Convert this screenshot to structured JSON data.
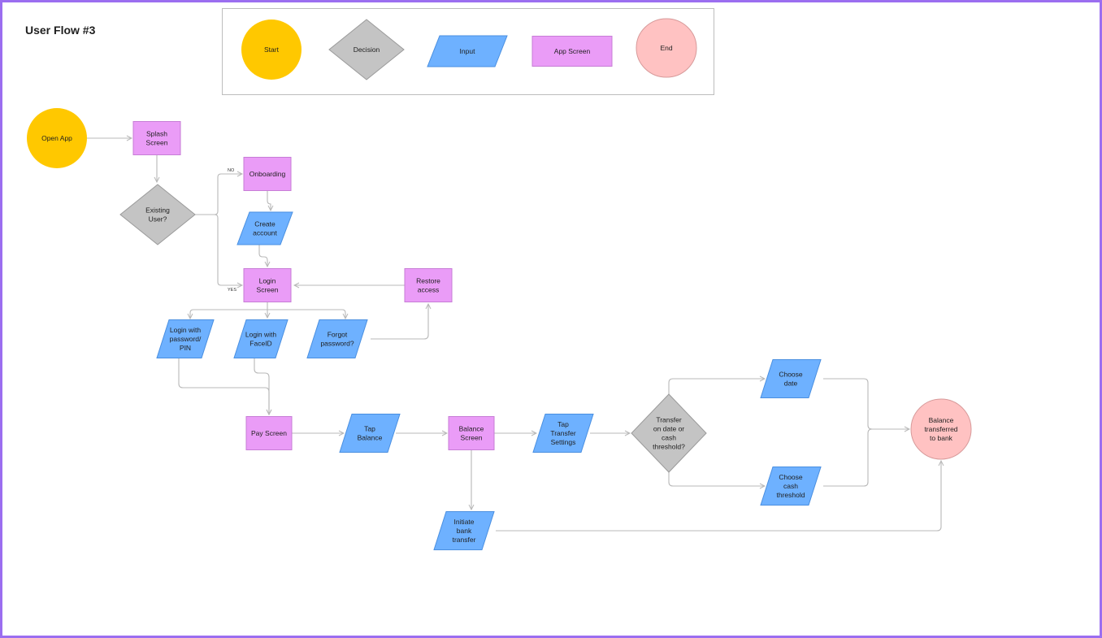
{
  "title": "User Flow #3",
  "colors": {
    "start": "#ffc800",
    "decision": "#c4c4c4",
    "input": "#6eb1ff",
    "app_screen": "#ea9cf7",
    "end": "#ffc2c2",
    "frame": "#9b6ef0",
    "edge": "#b8b8b8"
  },
  "legend": {
    "start": "Start",
    "decision": "Decision",
    "input": "Input",
    "app_screen": "App Screen",
    "end": "End"
  },
  "nodes": [
    {
      "id": "open-app",
      "type": "start",
      "label": [
        "Open App"
      ]
    },
    {
      "id": "splash-screen",
      "type": "app_screen",
      "label": [
        "Splash",
        "Screen"
      ]
    },
    {
      "id": "existing-user",
      "type": "decision",
      "label": [
        "Existing",
        "User?"
      ]
    },
    {
      "id": "onboarding",
      "type": "app_screen",
      "label": [
        "Onboarding"
      ]
    },
    {
      "id": "create-account",
      "type": "input",
      "label": [
        "Create",
        "account"
      ]
    },
    {
      "id": "login-screen",
      "type": "app_screen",
      "label": [
        "Login",
        "Screen"
      ]
    },
    {
      "id": "restore-access",
      "type": "app_screen",
      "label": [
        "Restore",
        "access"
      ]
    },
    {
      "id": "login-password",
      "type": "input",
      "label": [
        "Login with",
        "password/",
        "PIN"
      ]
    },
    {
      "id": "login-faceid",
      "type": "input",
      "label": [
        "Login with",
        "FaceID"
      ]
    },
    {
      "id": "forgot-password",
      "type": "input",
      "label": [
        "Forgot",
        "password?"
      ]
    },
    {
      "id": "pay-screen",
      "type": "app_screen",
      "label": [
        "Pay Screen"
      ]
    },
    {
      "id": "tap-balance",
      "type": "input",
      "label": [
        "Tap",
        "Balance"
      ]
    },
    {
      "id": "balance-screen",
      "type": "app_screen",
      "label": [
        "Balance",
        "Screen"
      ]
    },
    {
      "id": "tap-transfer-settings",
      "type": "input",
      "label": [
        "Tap",
        "Transfer",
        "Settings"
      ]
    },
    {
      "id": "transfer-decision",
      "type": "decision",
      "label": [
        "Transfer",
        "on date or",
        "cash",
        "threshold?"
      ]
    },
    {
      "id": "choose-date",
      "type": "input",
      "label": [
        "Choose",
        "date"
      ]
    },
    {
      "id": "choose-cash-threshold",
      "type": "input",
      "label": [
        "Choose",
        "cash",
        "threshold"
      ]
    },
    {
      "id": "initiate-bank-transfer",
      "type": "input",
      "label": [
        "Initiate",
        "bank",
        "transfer"
      ]
    },
    {
      "id": "balance-transferred",
      "type": "end",
      "label": [
        "Balance",
        "transferred",
        "to bank"
      ]
    }
  ],
  "edges": [
    {
      "from": "open-app",
      "to": "splash-screen"
    },
    {
      "from": "splash-screen",
      "to": "existing-user"
    },
    {
      "from": "existing-user",
      "to": "onboarding",
      "label": "NO"
    },
    {
      "from": "existing-user",
      "to": "login-screen",
      "label": "YES"
    },
    {
      "from": "onboarding",
      "to": "create-account"
    },
    {
      "from": "create-account",
      "to": "login-screen"
    },
    {
      "from": "restore-access",
      "to": "login-screen"
    },
    {
      "from": "login-screen",
      "to": "login-password"
    },
    {
      "from": "login-screen",
      "to": "login-faceid"
    },
    {
      "from": "login-screen",
      "to": "forgot-password"
    },
    {
      "from": "forgot-password",
      "to": "restore-access"
    },
    {
      "from": "login-password",
      "to": "pay-screen"
    },
    {
      "from": "login-faceid",
      "to": "pay-screen"
    },
    {
      "from": "pay-screen",
      "to": "tap-balance"
    },
    {
      "from": "tap-balance",
      "to": "balance-screen"
    },
    {
      "from": "balance-screen",
      "to": "tap-transfer-settings"
    },
    {
      "from": "balance-screen",
      "to": "initiate-bank-transfer"
    },
    {
      "from": "tap-transfer-settings",
      "to": "transfer-decision"
    },
    {
      "from": "transfer-decision",
      "to": "choose-date"
    },
    {
      "from": "transfer-decision",
      "to": "choose-cash-threshold"
    },
    {
      "from": "choose-date",
      "to": "balance-transferred"
    },
    {
      "from": "choose-cash-threshold",
      "to": "balance-transferred"
    },
    {
      "from": "initiate-bank-transfer",
      "to": "balance-transferred"
    }
  ]
}
